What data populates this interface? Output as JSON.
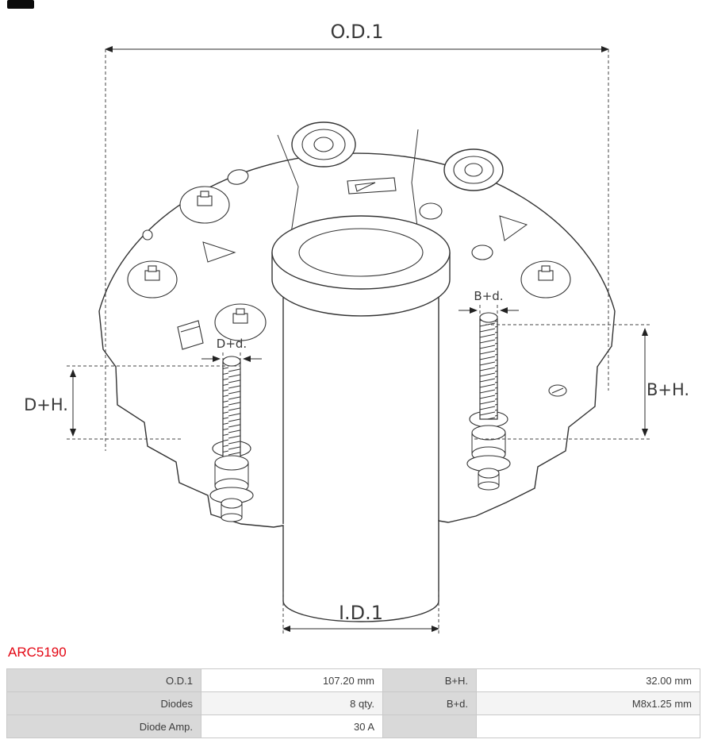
{
  "part_number": "ARC5190",
  "accent_color": "#e30613",
  "drawing": {
    "labels": {
      "od1": "O.D.1",
      "id1": "I.D.1",
      "dh": "D+H.",
      "bh": "B+H.",
      "dd": "D+d.",
      "bd": "B+d."
    }
  },
  "table": {
    "rows": [
      [
        "O.D.1",
        "107.20 mm",
        "B+H.",
        "32.00 mm"
      ],
      [
        "Diodes",
        "8 qty.",
        "B+d.",
        "M8x1.25 mm"
      ],
      [
        "Diode Amp.",
        "30 A",
        "",
        ""
      ]
    ]
  }
}
